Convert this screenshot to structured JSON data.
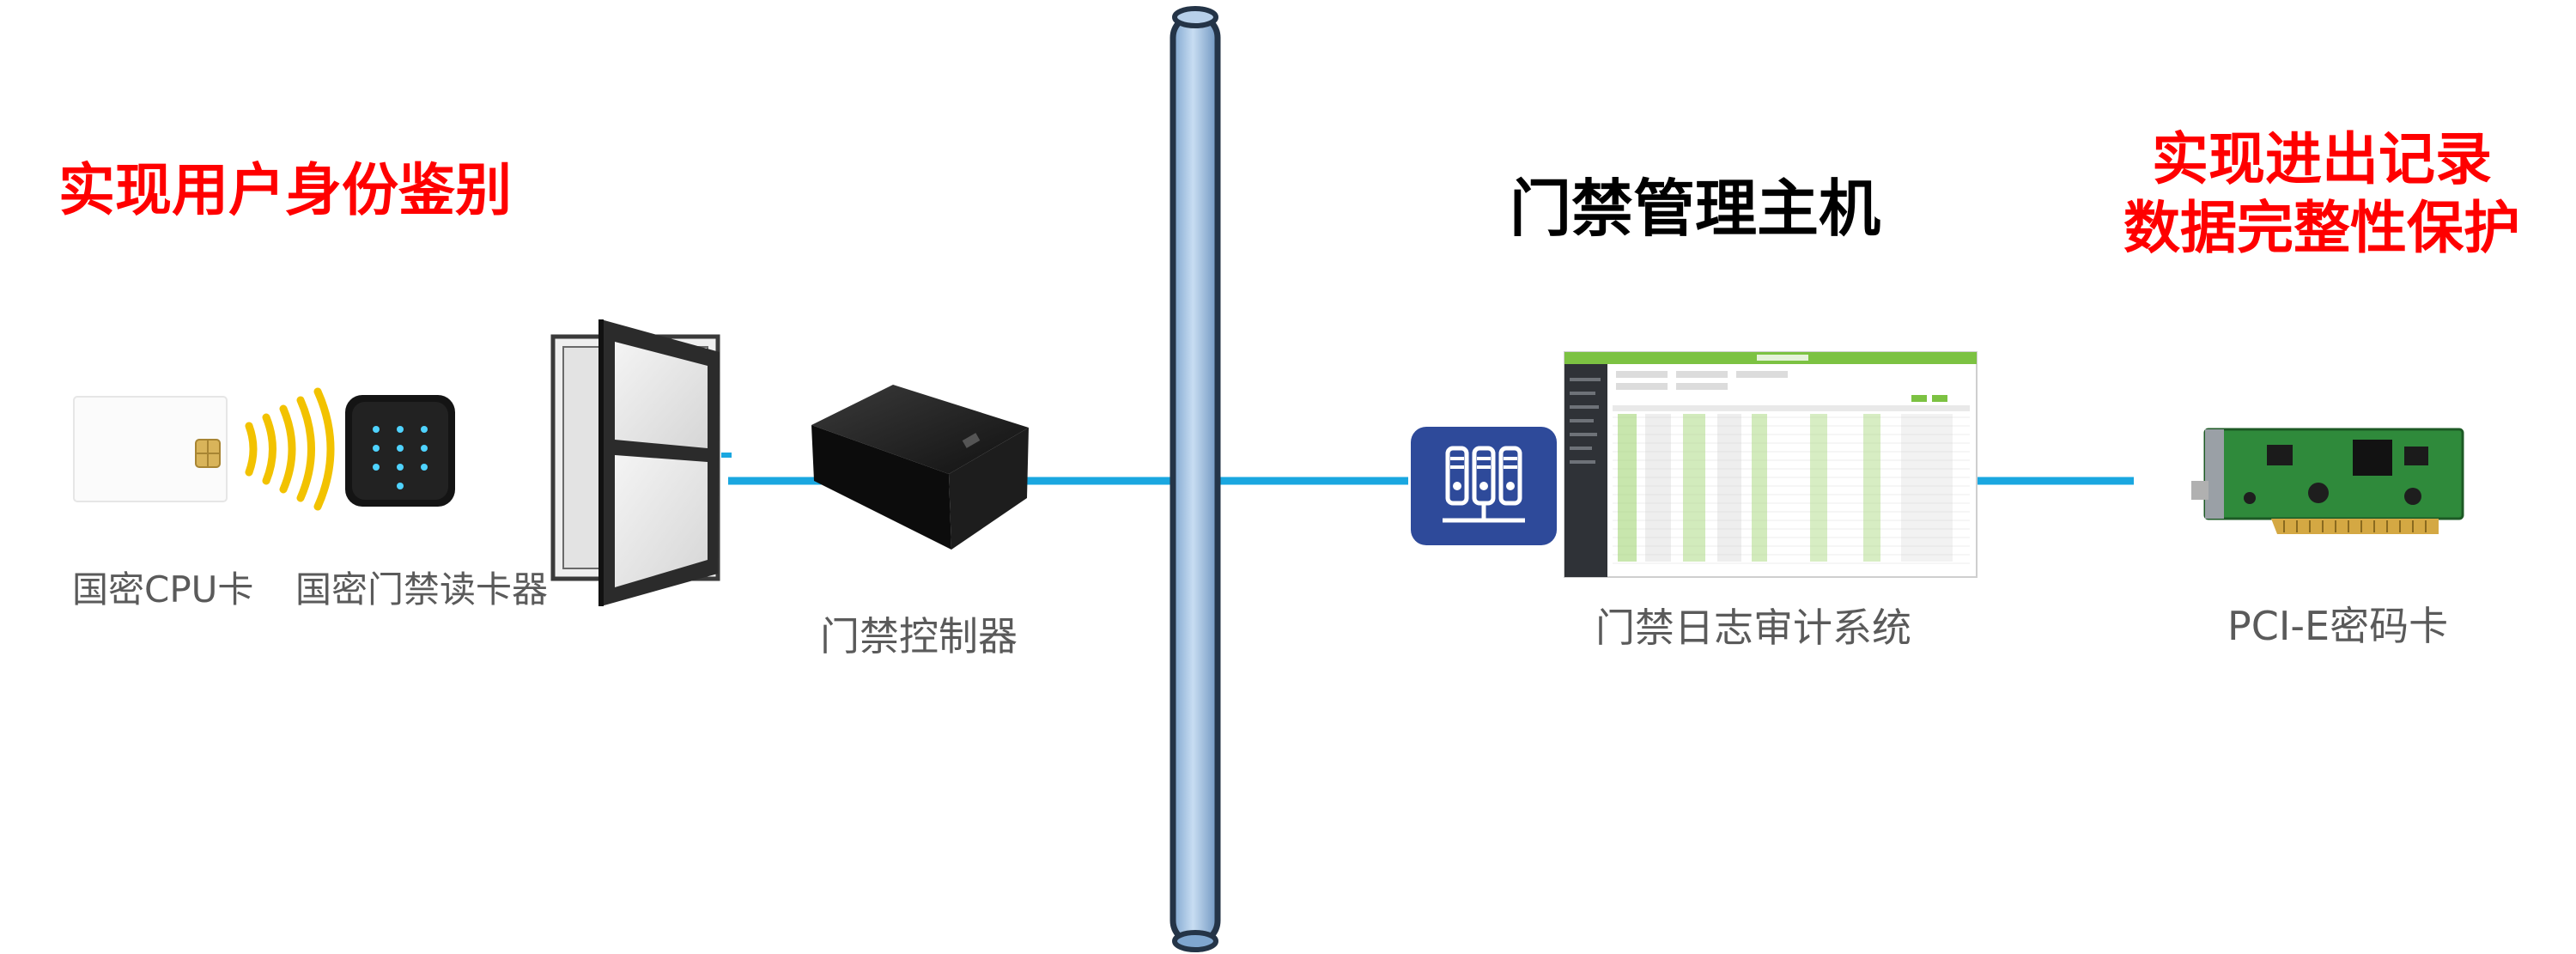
{
  "headings": {
    "identity": "实现用户身份鉴别",
    "host": "门禁管理主机",
    "records_line1": "实现进出记录",
    "records_line2": "数据完整性保护"
  },
  "captions": {
    "cpu_card": "国密CPU卡",
    "card_reader": "国密门禁读卡器",
    "controller": "门禁控制器",
    "audit_system": "门禁日志审计系统",
    "crypto_card": "PCI-E密码卡"
  },
  "icons": {
    "server": "server-icon",
    "nfc": "nfc-signal-icon",
    "door": "door-icon"
  },
  "colors": {
    "link_line": "#1aa7e0",
    "pipe": "#9ec3e6",
    "pipe_outline": "#243447",
    "red_heading": "#ff0000",
    "server_tile": "#2e4a9a",
    "nfc_waves": "#f2c200",
    "app_green": "#7cc242",
    "pcb_green": "#2f8a3b"
  }
}
